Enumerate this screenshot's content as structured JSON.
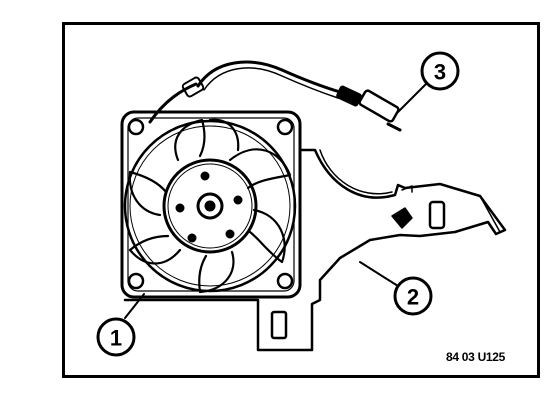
{
  "diagram": {
    "callouts": [
      {
        "label": "1"
      },
      {
        "label": "2"
      },
      {
        "label": "3"
      }
    ],
    "reference_code": "84 03 U125",
    "colors": {
      "ink": "#000000",
      "paper": "#ffffff"
    }
  }
}
